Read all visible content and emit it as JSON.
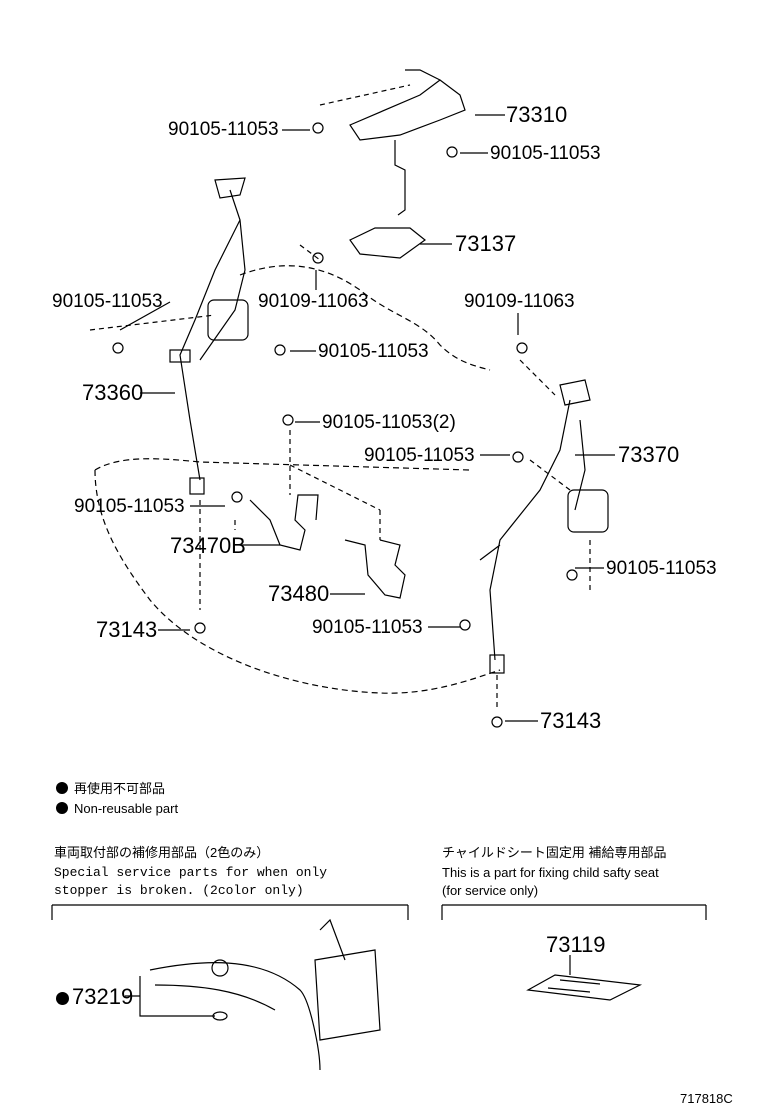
{
  "parts": {
    "p1_90105": "90105-11053",
    "p2_73310": "73310",
    "p3_90105": "90105-11053",
    "p4_73137": "73137",
    "p5_90105": "90105-11053",
    "p6_90109": "90109-11063",
    "p7_90109": "90109-11063",
    "p8_90105": "90105-11053",
    "p9_73360": "73360",
    "p10_90105": "90105-11053(2)",
    "p11_90105": "90105-11053",
    "p12_73370": "73370",
    "p13_90105": "90105-11053",
    "p14_73470B": "73470B",
    "p15_73480": "73480",
    "p16_90105": "90105-11053",
    "p17_73143": "73143",
    "p18_90105": "90105-11053",
    "p19_73143": "73143",
    "p20_73219": "73219",
    "p21_73119": "73119"
  },
  "legend": {
    "jp": "再使用不可部品",
    "en": "Non-reusable part"
  },
  "note_left": {
    "jp": "車両取付部の補修用部品（2色のみ）",
    "en1": "Special service parts for when only",
    "en2": "stopper is broken. (2color only)"
  },
  "note_right": {
    "jp": "チャイルドシート固定用 補給専用部品",
    "en1": "This is a part for fixing child safty seat",
    "en2": "(for service only)"
  },
  "diagram_id": "717818C"
}
